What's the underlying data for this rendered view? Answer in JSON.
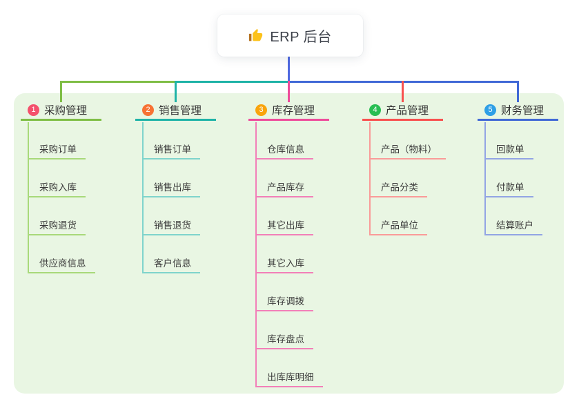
{
  "colors": {
    "canvas_bg": "#ffffff",
    "panel_bg": "#E9F6E3",
    "stem": "#5069E0",
    "root_text": "#3B3F48",
    "node_text": "#333333"
  },
  "root": {
    "label": "ERP 后台",
    "icon": "thumbs-up"
  },
  "branches": [
    {
      "badge": "1",
      "label": "采购管理",
      "badge_color": "#F4516C",
      "line_color": "#7FBE46",
      "child_line_color": "#A8D97A",
      "children": [
        "采购订单",
        "采购入库",
        "采购退货",
        "供应商信息"
      ]
    },
    {
      "badge": "2",
      "label": "销售管理",
      "badge_color": "#F77234",
      "line_color": "#1FB3A7",
      "child_line_color": "#7FD4CC",
      "children": [
        "销售订单",
        "销售出库",
        "销售退货",
        "客户信息"
      ]
    },
    {
      "badge": "3",
      "label": "库存管理",
      "badge_color": "#F9A40D",
      "line_color": "#EE4C9B",
      "child_line_color": "#F27FB8",
      "children": [
        "仓库信息",
        "产品库存",
        "其它出库",
        "其它入库",
        "库存调拨",
        "库存盘点",
        "出库库明细"
      ]
    },
    {
      "badge": "4",
      "label": "产品管理",
      "badge_color": "#27BE52",
      "line_color": "#F8514F",
      "child_line_color": "#FA9B99",
      "children": [
        "产品（物料）",
        "产品分类",
        "产品单位"
      ]
    },
    {
      "badge": "5",
      "label": "财务管理",
      "badge_color": "#2E9FE6",
      "line_color": "#4169D6",
      "child_line_color": "#92A4E4",
      "children": [
        "回款单",
        "付款单",
        "结算账户"
      ]
    }
  ]
}
